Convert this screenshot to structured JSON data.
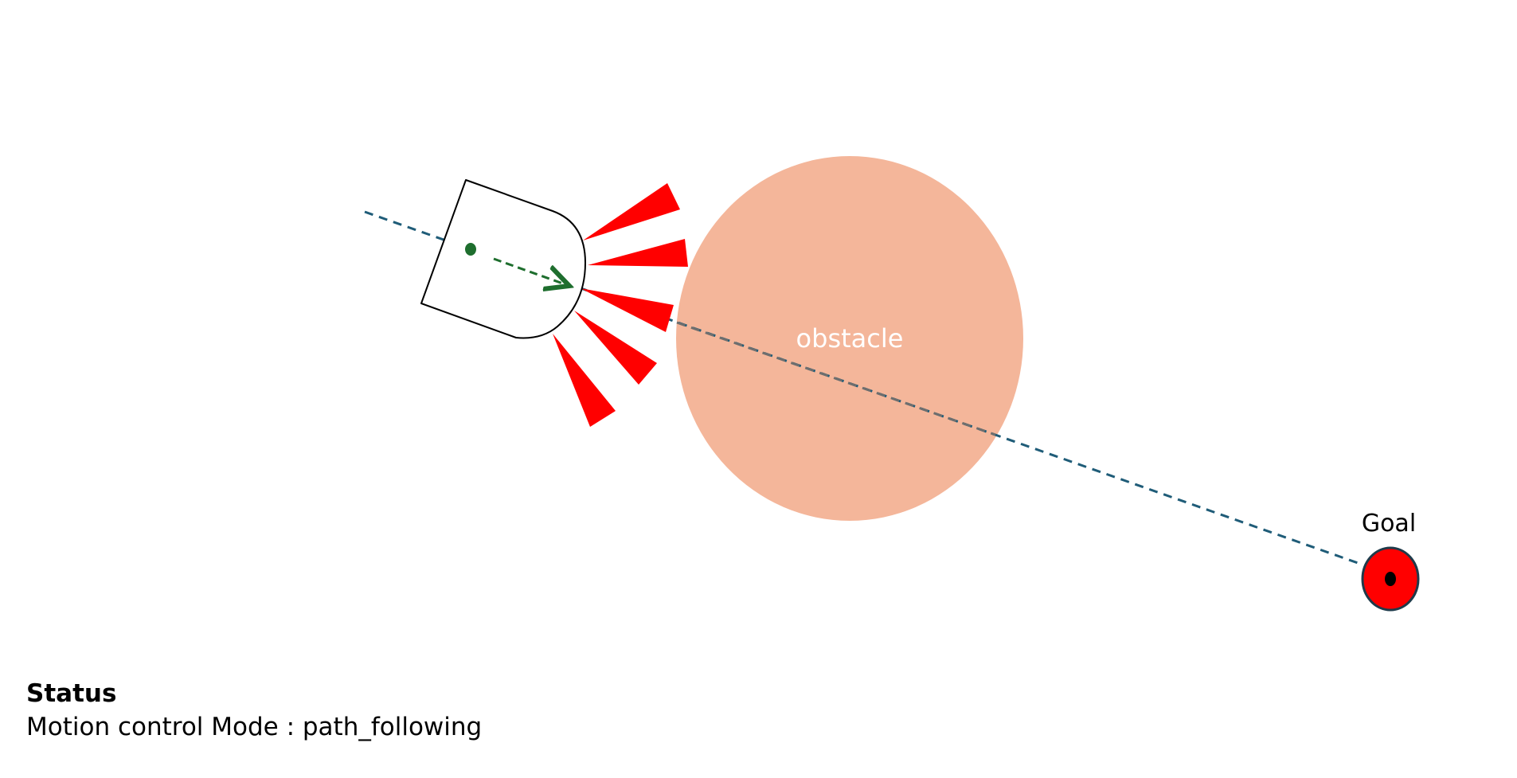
{
  "obstacle": {
    "label": "obstacle",
    "color": "#F4B69A"
  },
  "goal": {
    "label": "Goal",
    "color": "#FF0000"
  },
  "path": {
    "color": "#1F5C78"
  },
  "sensors": {
    "color": "#FF0000",
    "count": 5
  },
  "robot": {
    "heading_color": "#1E6E2E"
  },
  "status": {
    "title": "Status",
    "mode_line": "Motion control Mode : path_following"
  }
}
